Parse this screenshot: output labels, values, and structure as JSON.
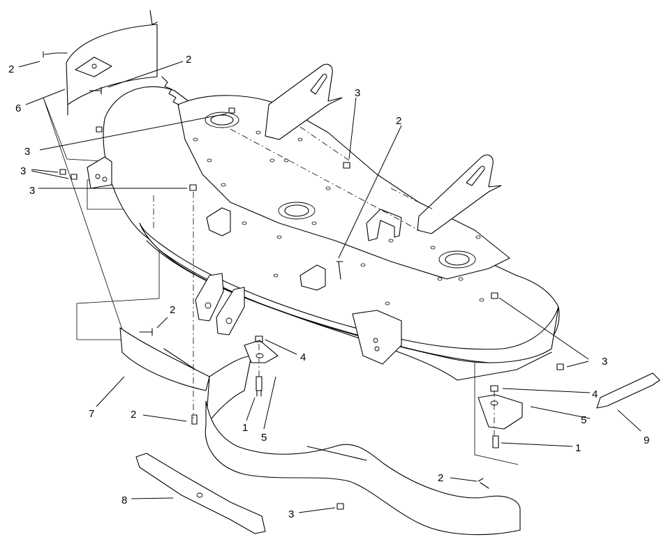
{
  "diagram": {
    "callouts": {
      "c1": "2",
      "c2": "2",
      "c3": "6",
      "c4": "3",
      "c5": "3",
      "c6": "3",
      "c7": "3",
      "c8": "2",
      "c9": "2",
      "c10": "4",
      "c11": "3",
      "c12": "7",
      "c13": "2",
      "c14": "1",
      "c15": "5",
      "c16": "4",
      "c17": "5",
      "c18": "9",
      "c19": "1",
      "c20": "2",
      "c21": "8",
      "c22": "3"
    }
  }
}
